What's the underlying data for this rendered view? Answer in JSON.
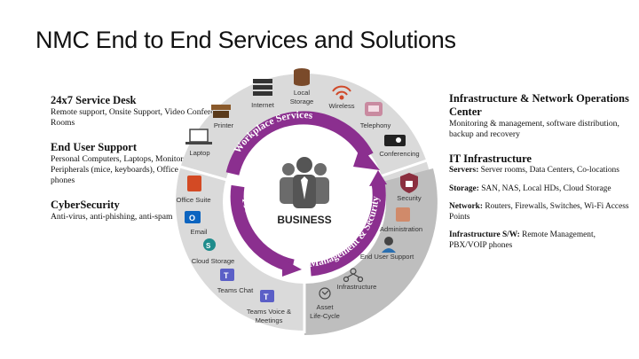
{
  "title": "NMC End to End Services and Solutions",
  "left": [
    {
      "heading": "24x7 Service Desk",
      "body": "Remote support, Onsite Support, Video Conference Rooms"
    },
    {
      "heading": "End User Support",
      "body": "Personal Computers, Laptops, Monitors, Peripherals (mice, keyboards), Office and cell phones"
    },
    {
      "heading": "CyberSecurity",
      "body": "Anti-virus, anti-phishing, anti-spam"
    }
  ],
  "right": {
    "noc_heading": "Infrastructure & Network Operations Center",
    "noc_body": "Monitoring & management, software distribution, backup and recovery",
    "it_heading": "IT Infrastructure",
    "items": [
      {
        "key": "Servers:",
        "text": " Server rooms, Data Centers, Co-locations"
      },
      {
        "key": "Storage:",
        "text": " SAN, NAS, Local HDs, Cloud Storage"
      },
      {
        "key": "Network:",
        "text": " Routers, Firewalls, Switches, Wi-Fi Access Points"
      },
      {
        "key": "Infrastructure S/W:",
        "text": " Remote Management, PBX/VOIP phones"
      }
    ]
  },
  "wheel": {
    "center": "BUSINESS",
    "arcs": {
      "top": "Workplace Services",
      "left": "Productivity Suite",
      "right": "Management & Security"
    },
    "workplace": [
      "Laptop",
      "Printer",
      "Internet",
      "Local Storage",
      "Wireless",
      "Telephony",
      "Conferencing"
    ],
    "productivity": [
      "Office Suite",
      "Email",
      "Cloud Storage",
      "Teams Chat",
      "Teams Voice & Meetings"
    ],
    "management": [
      "Security",
      "Administration",
      "End User Support",
      "Infrastructure",
      "Asset Life-Cycle"
    ]
  },
  "colors": {
    "ring": "#dcdcdc",
    "ring_dark": "#bdbdbd",
    "arrow": "#8b2f8f",
    "people": "#6b6b6b"
  }
}
